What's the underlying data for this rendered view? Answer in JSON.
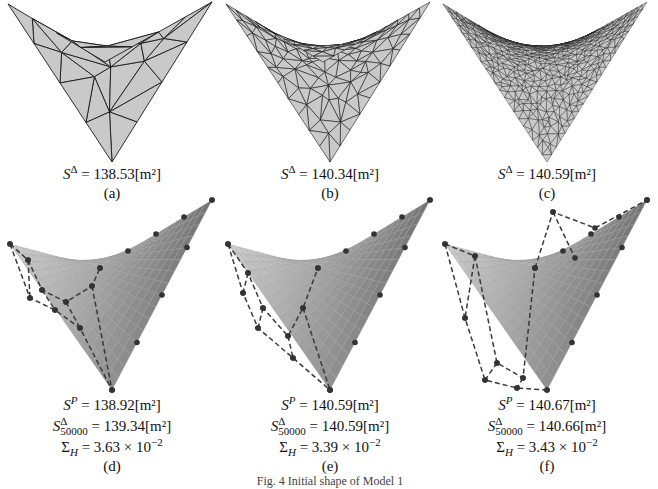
{
  "diagram": {
    "caption": "Fig. 4 Initial shape of Model 1",
    "labels": [
      "S",
      "Δ",
      "= 138.53[m²]",
      "(a)",
      "S",
      "Δ",
      "= 140.34[m²]",
      "(b)",
      "S",
      "Δ",
      "= 140.59[m²]",
      "(c)",
      "S",
      "P",
      "= 138.92[m²]",
      "S",
      "Δ",
      "50000",
      "= 139.34[m²]",
      "Σ",
      "H",
      "= 3.63 × 10",
      "−2",
      "(d)",
      "S",
      "P",
      "= 140.59[m²]",
      "S",
      "Δ",
      "50000",
      "= 140.59[m²]",
      "Σ",
      "H",
      "= 3.39 × 10",
      "−2",
      "(e)",
      "S",
      "P",
      "= 140.67[m²]",
      "S",
      "Δ",
      "50000",
      "= 140.66[m²]",
      "Σ",
      "H",
      "= 3.43 × 10",
      "−2",
      "(f)"
    ]
  }
}
